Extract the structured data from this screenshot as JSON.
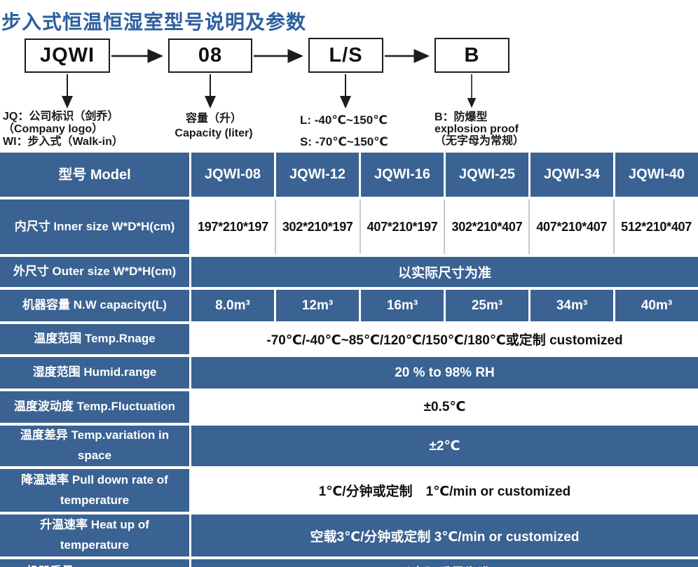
{
  "page": {
    "title": "步入式恒温恒湿室型号说明及参数"
  },
  "colors": {
    "accent_blue": "#3a6292",
    "title_blue": "#2c5f9f",
    "table_text_dark": "#111111"
  },
  "diagram": {
    "boxes": [
      {
        "label": "JQWI",
        "desc_lines": [
          "JQ：公司标识（剑乔）",
          "（Company logo）",
          "WI：步入式（Walk-in）"
        ]
      },
      {
        "label": "08",
        "desc_lines": [
          "容量（升）",
          "Capacity (liter)"
        ]
      },
      {
        "label": "L/S",
        "desc_lines": [
          "L: -40℃~150℃",
          "S: -70℃~150℃"
        ]
      },
      {
        "label": "B",
        "desc_lines": [
          "B：防爆型",
          "explosion proof",
          "（无字母为常规）"
        ]
      }
    ]
  },
  "table": {
    "header": {
      "label": "型号 Model",
      "models": [
        "JQWI-08",
        "JQWI-12",
        "JQWI-16",
        "JQWI-25",
        "JQWI-34",
        "JQWI-40"
      ]
    },
    "rows": [
      {
        "label": "内尺寸 Inner size W*D*H(cm)",
        "values": [
          "197*210*197",
          "302*210*197",
          "407*210*197",
          "302*210*407",
          "407*210*407",
          "512*210*407"
        ]
      },
      {
        "label": "外尺寸 Outer size W*D*H(cm)",
        "value": "以实际尺寸为准"
      },
      {
        "label": "机器容量 N.W capacityt(L)",
        "values": [
          "8.0m³",
          "12m³",
          "16m³",
          "25m³",
          "34m³",
          "40m³"
        ]
      },
      {
        "label": "温度范围 Temp.Rnage",
        "value": "-70℃/-40℃~85℃/120℃/150℃/180℃或定制 customized"
      },
      {
        "label": "湿度范围 Humid.range",
        "value": "20 % to 98% RH"
      },
      {
        "label": "温度波动度 Temp.Fluctuation",
        "value": "±0.5℃"
      },
      {
        "label": "温度差异 Temp.variation in space",
        "value": "±2℃"
      },
      {
        "label": "降温速率 Pull down rate of temperature",
        "value": "1℃/分钟或定制　1℃/min or customized"
      },
      {
        "label": "升温速率 Heat up of temperature",
        "value": "空载3℃/分钟或定制 3℃/min or customized"
      },
      {
        "label": "机器重量 N.W weight(kg)",
        "value": "以实际重量为准"
      }
    ]
  }
}
